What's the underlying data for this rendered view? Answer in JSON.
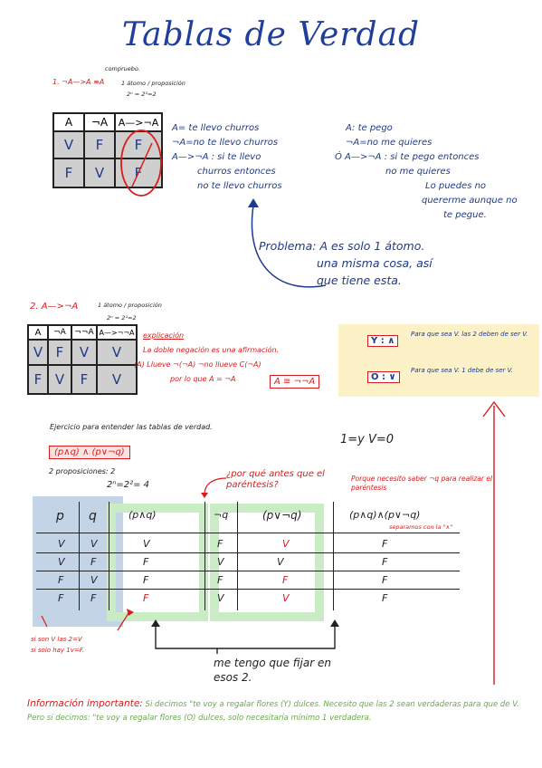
{
  "title": "Tablas de Verdad",
  "section1": {
    "heading": "1. ¬A—>A ≡A",
    "note_compruebo": "compruebo.",
    "note_atomo": "1 átomo / proposición",
    "note_formula": "2ⁿ = 2¹=2",
    "table": {
      "headers": [
        "A",
        "¬A",
        "A—>¬A"
      ],
      "rows": [
        [
          "V",
          "F",
          "F"
        ],
        [
          "F",
          "V",
          "F"
        ]
      ]
    },
    "explain_left": [
      "A= te llevo churros",
      "¬A=no te llevo churros",
      "A—>¬A : si te llevo",
      "churros entonces",
      "no te llevo churros"
    ],
    "explain_right": [
      "A: te pego",
      "¬A=no me quieres",
      "Ó A—>¬A : si te pego entonces",
      "no me quieres",
      "Lo puedes no",
      "quererme aunque no",
      "te pegue."
    ],
    "problema": [
      "Problema: A es solo 1 átomo.",
      "una misma cosa, así",
      "que tiene esta."
    ]
  },
  "section2": {
    "heading": "2. A—>¬A",
    "note_atomo": "1 átomo / proposición",
    "note_formula": "2ⁿ = 2¹=2",
    "table": {
      "headers": [
        "A",
        "¬A",
        "¬¬A",
        "A—>¬¬A"
      ],
      "rows": [
        [
          "V",
          "F",
          "V",
          "V"
        ],
        [
          "F",
          "V",
          "F",
          "V"
        ]
      ]
    },
    "explicacion": "explicación",
    "doble_negacion": "La doble negación es una afirmación.",
    "llueve_line": "(A) Llueve  ¬(¬A) ¬no llueve C(¬A)",
    "por_lo_que": "por lo que  A = ¬A",
    "result": "A ≡ ¬¬A"
  },
  "legend": {
    "and_symbol": "Y : ∧",
    "and_text": "Para que sea V. las 2 deben de ser V.",
    "or_symbol": "O : ∨",
    "or_text": "Para que sea V. 1 debe de ser V."
  },
  "section3": {
    "exercise_title": "Ejercicio para entender las tablas de verdad.",
    "values": "1=y   V=0",
    "expression": "(p∧q) ∧ (p∨¬q)",
    "props": "2 proposiciones: 2",
    "formula": "2ⁿ=2²= 4",
    "question": "¿por qué antes que el paréntesis?",
    "answer": "Porque necesito saber ¬q para realizar el paréntesis",
    "separamos": "separamos con la \"∧\"",
    "table": {
      "headers": [
        "p",
        "q",
        "(p∧q)",
        "¬q",
        "(p∨¬q)",
        "(p∧q)∧(p∨¬q)"
      ],
      "rows": [
        [
          "V",
          "V",
          "V",
          "F",
          "V",
          "F"
        ],
        [
          "V",
          "F",
          "F",
          "V",
          "V",
          "F"
        ],
        [
          "F",
          "V",
          "F",
          "F",
          "F",
          "F"
        ],
        [
          "F",
          "F",
          "F",
          "V",
          "V",
          "F"
        ]
      ]
    },
    "side_note1": "si son V las 2=V",
    "side_note2": "si solo hay 1v=F.",
    "fijar": [
      "me tengo que fijar en",
      "esos 2."
    ]
  },
  "info": {
    "label": "Información importante:",
    "text": "Si decimos \"te voy a regalar flores (Y) dulces. Necesito que las 2 sean verdaderas para que de V. Pero si decimos: \"te voy a regalar flores (O) dulces, solo necesitaría mínimo 1 verdadera."
  },
  "colors": {
    "title": "#1f3f9a",
    "red": "#d81b1b",
    "navy": "#1e3a8a",
    "green": "#6aa84f",
    "yellow": "#fdf1c7"
  }
}
